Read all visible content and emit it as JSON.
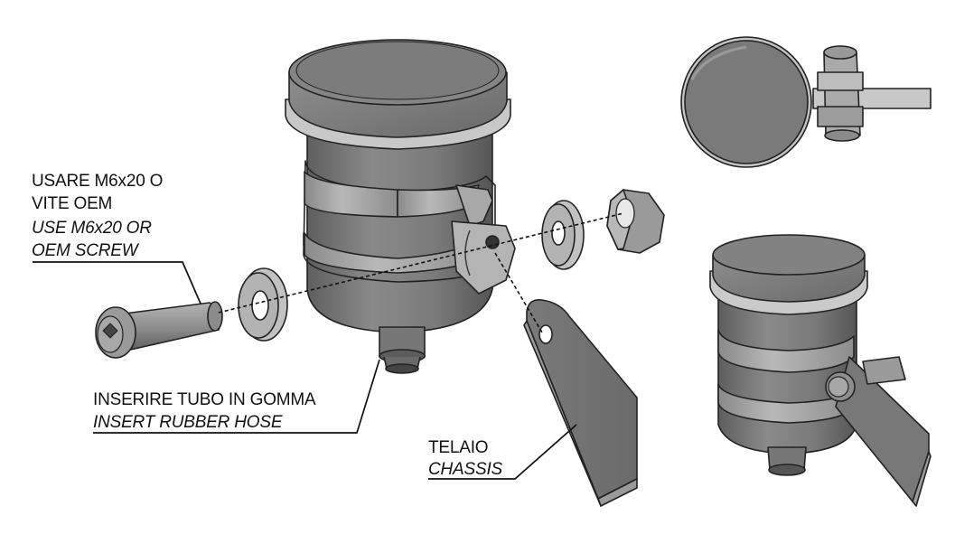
{
  "labels": {
    "screw_it": "USARE M6x20 O",
    "screw_it_2": "VITE OEM",
    "screw_en": "USE M6x20 OR",
    "screw_en_2": "OEM SCREW",
    "hose_it": "INSERIRE TUBO IN GOMMA",
    "hose_en": "INSERT RUBBER HOSE",
    "chassis_it": "TELAIO",
    "chassis_en": "CHASSIS"
  },
  "colors": {
    "background": "#ffffff",
    "part_dark": "#6f6f6f",
    "part_mid": "#8c8c8c",
    "part_light": "#bcbcbc",
    "outline": "#222222"
  }
}
